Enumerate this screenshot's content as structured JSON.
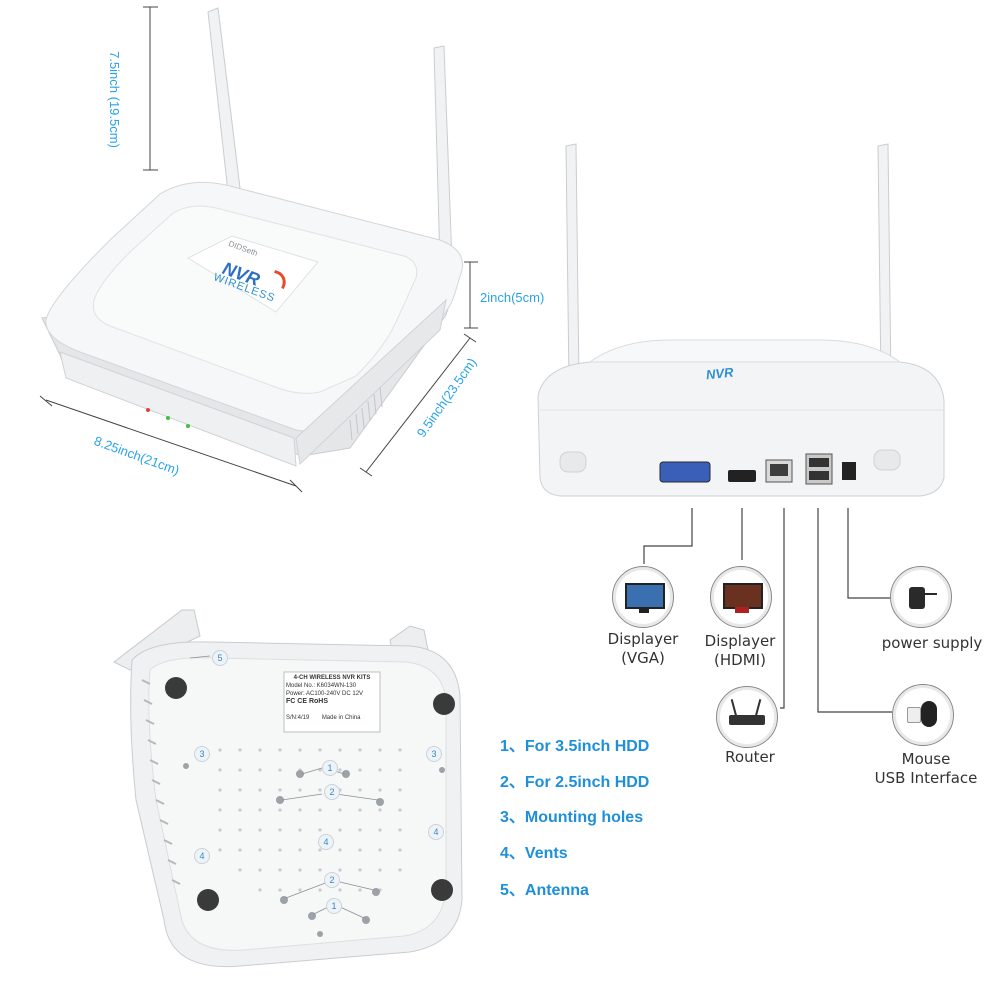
{
  "dimensions": {
    "height": "7.5inch (19.5cm)",
    "thickness": "2inch(5cm)",
    "width": "8.25inch(21cm)",
    "depth": "9.5inch(23.5cm)"
  },
  "device_top": {
    "brand": "DIDSeth",
    "badge_line1": "NVR",
    "badge_line2": "WIRELESS"
  },
  "rear_logo": "NVR",
  "connections": [
    {
      "label": "Displayer\n(VGA)",
      "icon": "monitor-vga-icon"
    },
    {
      "label": "Displayer\n(HDMI)",
      "icon": "monitor-hdmi-icon"
    },
    {
      "label": "Router",
      "icon": "router-icon"
    },
    {
      "label": "power supply",
      "icon": "power-adapter-icon"
    },
    {
      "label": "Mouse\nUSB Interface",
      "icon": "mouse-icon"
    }
  ],
  "bottom_sticker": {
    "title": "4-CH WIRELESS NVR KITS",
    "model": "Model No.: K6034WN-130",
    "power": "Power: AC100-240V DC 12V",
    "certs": "FC CE RoHS",
    "serial": "S/N:4/19",
    "origin": "Made in China"
  },
  "legend": [
    "1、For 3.5inch HDD",
    "2、For 2.5inch HDD",
    "3、Mounting holes",
    "4、Vents",
    "5、Antenna"
  ],
  "callout_numbers": [
    "1",
    "2",
    "3",
    "4",
    "5"
  ],
  "colors": {
    "accent": "#29a3e8",
    "legend": "#1e8fd9",
    "device": "#f4f5f6"
  }
}
